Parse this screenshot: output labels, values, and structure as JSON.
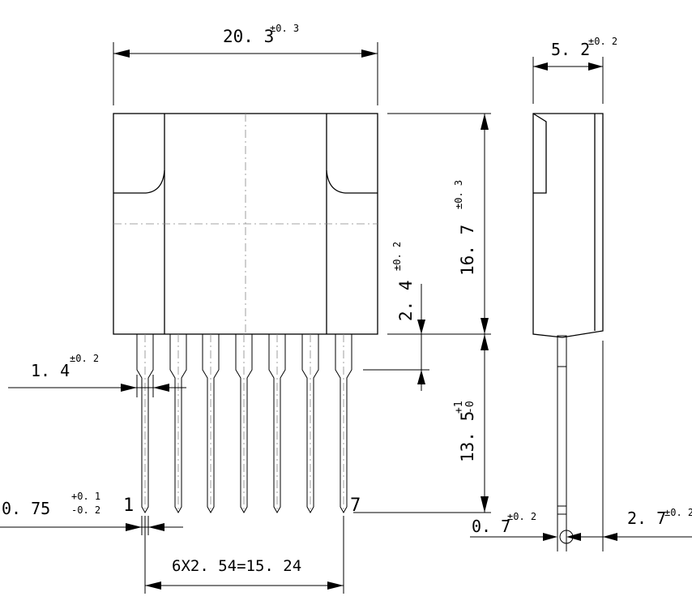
{
  "drawing": {
    "dims": {
      "width": "20. 3",
      "width_tol": "±0. 3",
      "thickness": "5. 2",
      "thickness_tol": "±0. 2",
      "height": "16. 7",
      "height_tol": "±0. 3",
      "lead_step": "2. 4",
      "lead_step_tol": "±0. 2",
      "lead_width": "1. 4",
      "lead_width_tol": "±0. 2",
      "lead_length": "13. 5",
      "lead_length_tol_upper": "+1",
      "lead_length_tol_lower": "-0",
      "lead_tip": "0. 75",
      "lead_tip_tol_upper": "+0. 1",
      "lead_tip_tol_lower": "-0. 2",
      "lead_thickness": "0. 7",
      "lead_thickness_tol": "±0. 2",
      "lead_offset": "2. 7",
      "lead_offset_tol": "±0. 2",
      "pitch": "6X2. 54=15. 24"
    },
    "pins": {
      "first": "1",
      "last": "7"
    }
  }
}
